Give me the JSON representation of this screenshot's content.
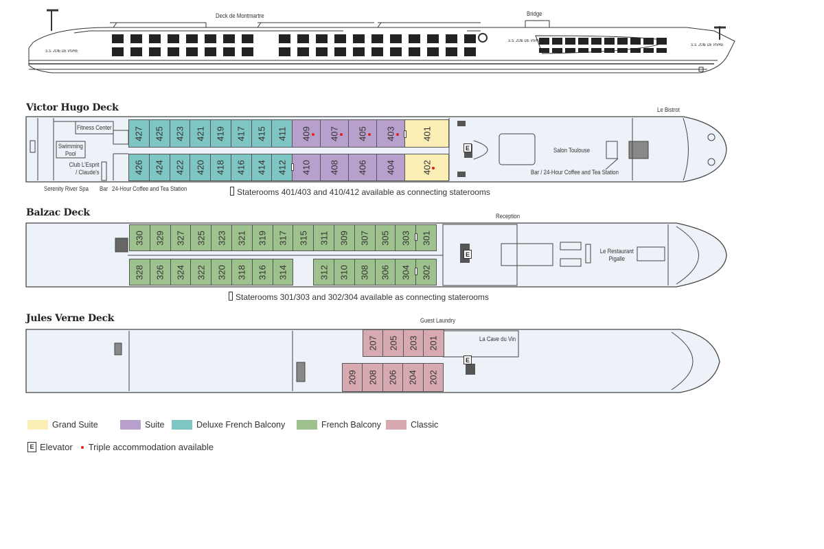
{
  "profile": {
    "ship_name": "S.S. JOIE DE VIVRE",
    "labels": {
      "montmartre": "Deck de Montmartre",
      "bridge": "Bridge"
    }
  },
  "colors": {
    "grand": "#fbefb6",
    "suite": "#b7a1cc",
    "deluxe": "#7fc5c3",
    "french": "#9dc28d",
    "classic": "#d6aab0",
    "floor": "#edf1f8",
    "triple_dot": "#e0201c"
  },
  "decks": {
    "victor_hugo": {
      "title": "Victor Hugo Deck",
      "labels": {
        "fitness": "Fitness Center",
        "pool": "Swimming Pool",
        "club": "Club L'Esprit / Claude's",
        "spa": "Serenity River Spa",
        "bar": "Bar",
        "coffee": "24-Hour Coffee and Tea Station",
        "bistrot": "Le Bistrot",
        "salon": "Salon Toulouse",
        "bar_coffee": "Bar / 24-Hour Coffee and Tea Station",
        "elevator": "E"
      },
      "note": "Staterooms 401/403 and 410/412 available as connecting staterooms",
      "top": [
        {
          "no": "427",
          "type": "deluxe"
        },
        {
          "no": "425",
          "type": "deluxe"
        },
        {
          "no": "423",
          "type": "deluxe"
        },
        {
          "no": "421",
          "type": "deluxe"
        },
        {
          "no": "419",
          "type": "deluxe"
        },
        {
          "no": "417",
          "type": "deluxe"
        },
        {
          "no": "415",
          "type": "deluxe"
        },
        {
          "no": "411",
          "type": "deluxe"
        },
        {
          "no": "409",
          "type": "suite",
          "triple": true
        },
        {
          "no": "407",
          "type": "suite",
          "triple": true
        },
        {
          "no": "405",
          "type": "suite",
          "triple": true
        },
        {
          "no": "403",
          "type": "suite",
          "triple": true
        },
        {
          "no": "401",
          "type": "grand"
        }
      ],
      "bottom": [
        {
          "no": "426",
          "type": "deluxe"
        },
        {
          "no": "424",
          "type": "deluxe"
        },
        {
          "no": "422",
          "type": "deluxe"
        },
        {
          "no": "420",
          "type": "deluxe"
        },
        {
          "no": "418",
          "type": "deluxe"
        },
        {
          "no": "416",
          "type": "deluxe"
        },
        {
          "no": "414",
          "type": "deluxe"
        },
        {
          "no": "412",
          "type": "deluxe"
        },
        {
          "no": "410",
          "type": "suite"
        },
        {
          "no": "408",
          "type": "suite"
        },
        {
          "no": "406",
          "type": "suite"
        },
        {
          "no": "404",
          "type": "suite"
        },
        {
          "no": "402",
          "type": "grand",
          "triple": true
        }
      ]
    },
    "balzac": {
      "title": "Balzac Deck",
      "labels": {
        "reception": "Reception",
        "restaurant": "Le Restaurant Pigalle",
        "elevator": "E"
      },
      "note": "Staterooms 301/303 and 302/304 available as connecting staterooms",
      "top": [
        {
          "no": "330",
          "type": "french"
        },
        {
          "no": "329",
          "type": "french"
        },
        {
          "no": "327",
          "type": "french"
        },
        {
          "no": "325",
          "type": "french"
        },
        {
          "no": "323",
          "type": "french"
        },
        {
          "no": "321",
          "type": "french"
        },
        {
          "no": "319",
          "type": "french"
        },
        {
          "no": "317",
          "type": "french"
        },
        {
          "no": "315",
          "type": "french"
        },
        {
          "no": "311",
          "type": "french"
        },
        {
          "no": "309",
          "type": "french"
        },
        {
          "no": "307",
          "type": "french"
        },
        {
          "no": "305",
          "type": "french"
        },
        {
          "no": "303",
          "type": "french"
        },
        {
          "no": "301",
          "type": "french"
        }
      ],
      "bottom": [
        {
          "no": "328",
          "type": "french"
        },
        {
          "no": "326",
          "type": "french"
        },
        {
          "no": "324",
          "type": "french"
        },
        {
          "no": "322",
          "type": "french"
        },
        {
          "no": "320",
          "type": "french"
        },
        {
          "no": "318",
          "type": "french"
        },
        {
          "no": "316",
          "type": "french"
        },
        {
          "no": "314",
          "type": "french"
        },
        {
          "no": "312",
          "type": "french"
        },
        {
          "no": "310",
          "type": "french"
        },
        {
          "no": "308",
          "type": "french"
        },
        {
          "no": "306",
          "type": "french"
        },
        {
          "no": "304",
          "type": "french"
        },
        {
          "no": "302",
          "type": "french"
        }
      ]
    },
    "jules_verne": {
      "title": "Jules Verne Deck",
      "labels": {
        "laundry": "Guest Laundry",
        "cave": "La Cave du Vin",
        "elevator": "E"
      },
      "top": [
        {
          "no": "207",
          "type": "classic"
        },
        {
          "no": "205",
          "type": "classic"
        },
        {
          "no": "203",
          "type": "classic"
        },
        {
          "no": "201",
          "type": "classic"
        }
      ],
      "bottom": [
        {
          "no": "209",
          "type": "classic"
        },
        {
          "no": "208",
          "type": "classic"
        },
        {
          "no": "206",
          "type": "classic"
        },
        {
          "no": "204",
          "type": "classic"
        },
        {
          "no": "202",
          "type": "classic"
        }
      ]
    }
  },
  "legend": {
    "categories": [
      {
        "type": "grand",
        "label": "Grand Suite"
      },
      {
        "type": "suite",
        "label": "Suite"
      },
      {
        "type": "deluxe",
        "label": "Deluxe French Balcony"
      },
      {
        "type": "french",
        "label": "French Balcony"
      },
      {
        "type": "classic",
        "label": "Classic"
      }
    ],
    "elevator_symbol": "E",
    "elevator_label": "Elevator",
    "triple_label": "Triple accommodation available"
  }
}
